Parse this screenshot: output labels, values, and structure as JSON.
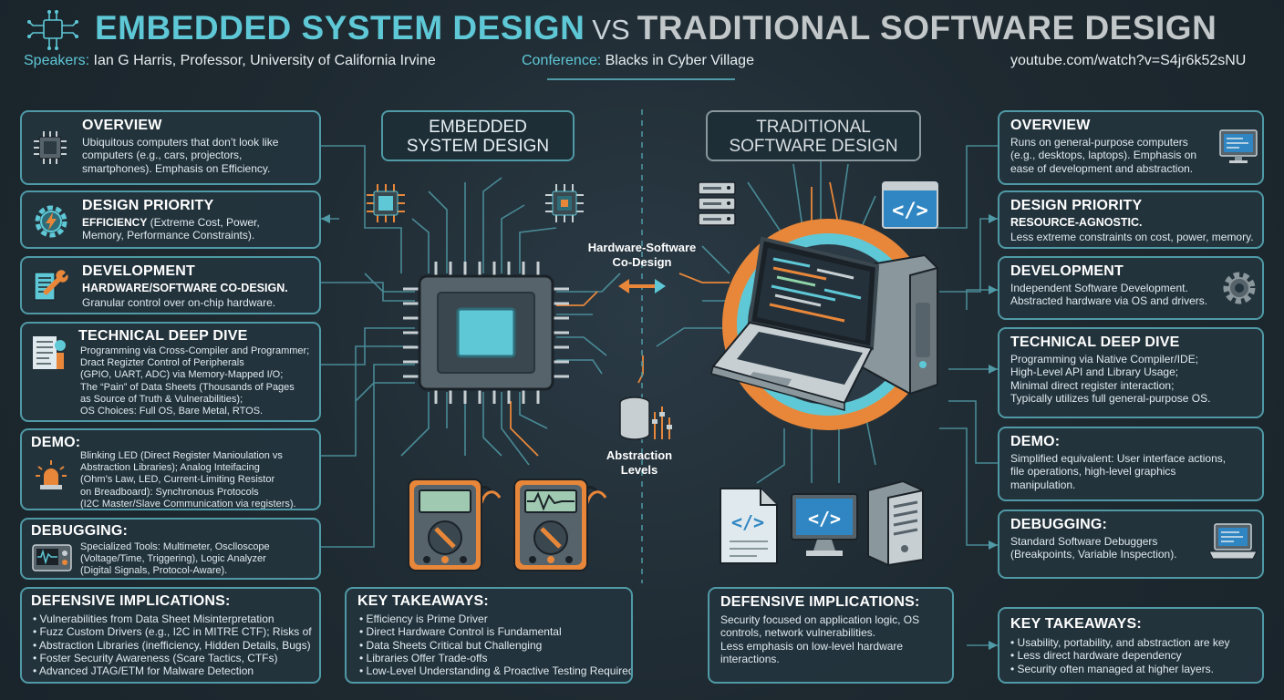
{
  "header": {
    "title_left": "EMBEDDED SYSTEM DESIGN",
    "title_vs": "VS",
    "title_right": "TRADITIONAL SOFTWARE DESIGN",
    "speakers_label": "Speakers:",
    "speakers_value": "Ian G Harris, Professor, University of California Irvine",
    "conference_label": "Conference:",
    "conference_value": "Blacks in Cyber Village",
    "url": "youtube.com/watch?v=S4jr6k52sNU"
  },
  "center": {
    "embedded_title": "EMBEDDED\nSYSTEM DESIGN",
    "traditional_title": "TRADITIONAL\nSOFTWARE DESIGN",
    "codesign_label": "Hardware-Software\nCo-Design",
    "abstraction_label": "Abstraction\nLevels"
  },
  "left": {
    "overview": {
      "title": "OVERVIEW",
      "body": "Ubiquitous computers that don’t look like\ncomputers (e.g., cars, projectors,\nsmartphones). Emphasis on Efficiency."
    },
    "design_priority": {
      "title": "DESIGN PRIORITY",
      "bold": "EFFICIENCY",
      "body": " (Extreme Cost, Power,\nMemory, Performance Constraints)."
    },
    "development": {
      "title": "DEVELOPMENT",
      "bold": "HARDWARE/SOFTWARE CO-DESIGN.",
      "body": "Granular control over on-chip hardware."
    },
    "technical": {
      "title": "TECHNICAL DEEP DIVE",
      "body": "Programming via Cross-Compiler and Programmer;\nDract Regizter Control of Peripherals\n(GPIO, UART, ADC) via Memory-Mapped I/O;\nThe “Pain” of Data Sheets (Thousands of Pages\nas Source of Truth & Vulnerabilities);\nOS Choices: Full OS, Bare Metal, RTOS."
    },
    "demo": {
      "title": "DEMO:",
      "body": "Blinking LED (Direct Register Manioulation vs\nAbstraction Libraries); Analog Inteifacing\n(Ohm’s Law, LED, Current-Limiting Resistor\non Breadboard): Synchronous Protocols\n(I2C Master/Slave Communication via registers)."
    },
    "debugging": {
      "title": "DEBUGGING:",
      "body": "Specialized Tools: Multimeter, Osclloscope\n(Voltage/Time, Triggering), Logic Analyzer\n(Digital Signals, Protocol-Aware)."
    },
    "defensive": {
      "title": "DEFENSIVE IMPLICATIONS:",
      "items": [
        "Vulnerabilities from Data Sheet Misinterpretation",
        "Fuzz Custom Drivers (e.g., I2C in MITRE CTF); Risks of",
        "Abstraction Libraries (inefficiency, Hidden Details, Bugs)",
        "Foster Security Awareness (Scare Tactics, CTFs)",
        "Advanced JTAG/ETM for Malware Detection"
      ]
    },
    "takeaways": {
      "title": "KEY TAKEAWAYS:",
      "items": [
        "Efficiency is Prime Driver",
        "Direct Hardware Control is Fundamental",
        "Data Sheets Critical but Challenging",
        "Libraries Offer Trade-offs",
        "Low-Level Understanding & Proactive Testing Required"
      ]
    }
  },
  "right": {
    "overview": {
      "title": "OVERVIEW",
      "body": "Runs on general-purpose computers\n(e.g., desktops, laptops). Emphasis on\nease of development and abstraction."
    },
    "design_priority": {
      "title": "DESIGN PRIORITY",
      "bold": "RESOURCE-AGNOSTIC.",
      "body": "Less extreme constraints on cost, power, memory."
    },
    "development": {
      "title": "DEVELOPMENT",
      "body": "Independent Software Development.\nAbstracted hardware via OS and drivers."
    },
    "technical": {
      "title": "TECHNICAL DEEP DIVE",
      "body": "Programming via Native Compiler/IDE;\nHigh-Level API and Library Usage;\nMinimal direct register interaction;\nTypically utilizes full general-purpose OS."
    },
    "demo": {
      "title": "DEMO:",
      "body": "Simplified equivalent: User interface actions,\nfile operations, high-level graphics\nmanipulation."
    },
    "debugging": {
      "title": "DEBUGGING:",
      "body": "Standard Software Debuggers\n(Breakpoints, Variable Inspection)."
    },
    "defensive": {
      "title": "DEFENSIVE IMPLICATIONS:",
      "body": "Security focused on application logic, OS\ncontrols, network vulnerabilities.\nLess emphasis on low-level hardware\ninteractions."
    },
    "takeaways": {
      "title": "KEY TAKEAWAYS:",
      "items": [
        "Usability, portability, and abstraction are key",
        "Less direct hardware dependency",
        "Security often managed at higher layers."
      ]
    }
  },
  "icons": {
    "logo": "circuit-brain-icon",
    "chip": "microchip-icon",
    "gear_bolt": "gear-lightning-icon",
    "tools": "wrench-document-icon",
    "doc": "document-icon",
    "alarm": "alarm-light-icon",
    "scope": "oscilloscope-icon",
    "monitor": "monitor-icon",
    "gear": "gear-icon",
    "laptop": "laptop-icon",
    "colors": {
      "teal": "#5ec8d6",
      "orange": "#e8873a",
      "border": "#4f9aa6",
      "grey_border": "#8a979c"
    }
  }
}
